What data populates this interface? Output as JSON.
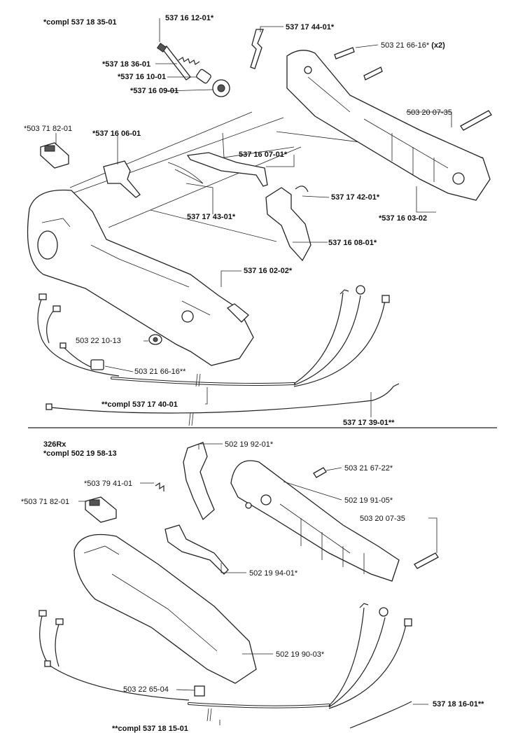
{
  "colors": {
    "ink": "#111111",
    "background": "#ffffff"
  },
  "top": {
    "assembly": "*compl 537 18 35-01",
    "labels": {
      "p1": "537 16 12-01*",
      "p2": "537 17 44-01*",
      "p3_code": "503 21 66-16*",
      "p3_qty": "(x2)",
      "p4": "*537 18 36-01",
      "p5": "*537 16 10-01",
      "p6": "*537 16 09-01",
      "p7": "503 20 07-35",
      "p8": "*503 71 82-01",
      "p9": "*537 16 06-01",
      "p10": "537 16 07-01*",
      "p11": "537 17 42-01*",
      "p12": "*537 16 03-02",
      "p13": "537 17 43-01*",
      "p14": "537 16 08-01*",
      "p15": "537 16 02-02*",
      "p16": "503 22 10-13",
      "p17": "503 21 66-16**",
      "p18": "**compl 537 17 40-01",
      "p19": "537 17 39-01**"
    }
  },
  "bottom": {
    "model": "326Rx",
    "assembly": "*compl 502 19 58-13",
    "labels": {
      "q1": "502 19 92-01*",
      "q2": "503 21 67-22*",
      "q3": "*503 79 41-01",
      "q4": "*503 71 82-01",
      "q5": "502 19 91-05*",
      "q6": "503 20 07-35",
      "q7": "502 19 94-01*",
      "q8": "502 19 90-03*",
      "q9": "503 22 65-04",
      "q10": "537 18 16-01**",
      "q11": "**compl 537 18 15-01"
    }
  }
}
